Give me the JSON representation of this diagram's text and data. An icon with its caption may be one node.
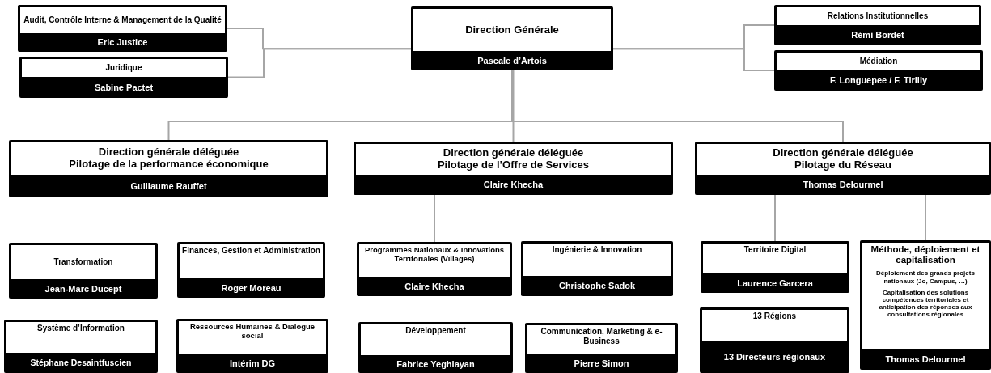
{
  "diagram": {
    "nodes": [
      {
        "text": [
          "Direction Générale",
          "Pascale d’Artois"
        ]
      },
      {
        "text": [
          "Audit, Contrôle Interne & Management de la Qualité",
          "Eric Justice"
        ]
      },
      {
        "text": [
          "Juridique",
          "Sabine Pactet"
        ]
      },
      {
        "text": [
          "Relations Institutionnelles",
          "Rémi Bordet"
        ]
      },
      {
        "text": [
          "Médiation",
          "F. Longuepee / F. Tirilly"
        ]
      },
      {
        "text": [
          "Direction générale déléguée",
          "Pilotage de la performance économique",
          "Guillaume Rauffet"
        ]
      },
      {
        "text": [
          "Direction générale déléguée",
          "Pilotage de l’Offre de Services",
          "Claire Khecha"
        ]
      },
      {
        "text": [
          "Direction générale déléguée",
          "Pilotage du Réseau",
          "Thomas Delourmel"
        ]
      },
      {
        "text": [
          "Transformation",
          "Jean-Marc Ducept"
        ]
      },
      {
        "text": [
          "Finances, Gestion et Administration",
          "Roger Moreau"
        ]
      },
      {
        "text": [
          "Programmes Nationaux & Innovations Territoriales (Villages)",
          "Claire Khecha"
        ]
      },
      {
        "text": [
          "Ingénierie & Innovation",
          "Christophe Sadok"
        ]
      },
      {
        "text": [
          "Territoire Digital",
          "Laurence Garcera"
        ]
      },
      {
        "text": [
          "Méthode, déploiement et capitalisation",
          "Déploiement des grands projets nationaux (Jo, Campus, …)",
          "Capitalisation des solutions compétences territoriales et anticipation des réponses aux consultations régionales",
          "Thomas Delourmel"
        ]
      },
      {
        "text": [
          "Système d’Information",
          "Stéphane Desaintfuscien"
        ]
      },
      {
        "text": [
          "Ressources Humaines & Dialogue social",
          "Intérim DG"
        ]
      },
      {
        "text": [
          "Développement",
          "Fabrice Yeghiayan"
        ]
      },
      {
        "text": [
          "Communication, Marketing & e-Business",
          "Pierre Simon"
        ]
      },
      {
        "text": [
          "13 Régions",
          "13 Directeurs régionaux"
        ]
      }
    ],
    "edges": [
      {
        "from": 0,
        "to": 1,
        "arrow": "none"
      },
      {
        "from": 0,
        "to": 2,
        "arrow": "none"
      },
      {
        "from": 0,
        "to": 3,
        "arrow": "none"
      },
      {
        "from": 0,
        "to": 4,
        "arrow": "none"
      },
      {
        "from": 0,
        "to": 5,
        "arrow": "none"
      },
      {
        "from": 0,
        "to": 6,
        "arrow": "none"
      },
      {
        "from": 0,
        "to": 7,
        "arrow": "none"
      },
      {
        "from": 6,
        "to": 10,
        "arrow": "none"
      },
      {
        "from": 7,
        "to": 12,
        "arrow": "none"
      },
      {
        "from": 7,
        "to": 13,
        "arrow": "none"
      }
    ]
  }
}
